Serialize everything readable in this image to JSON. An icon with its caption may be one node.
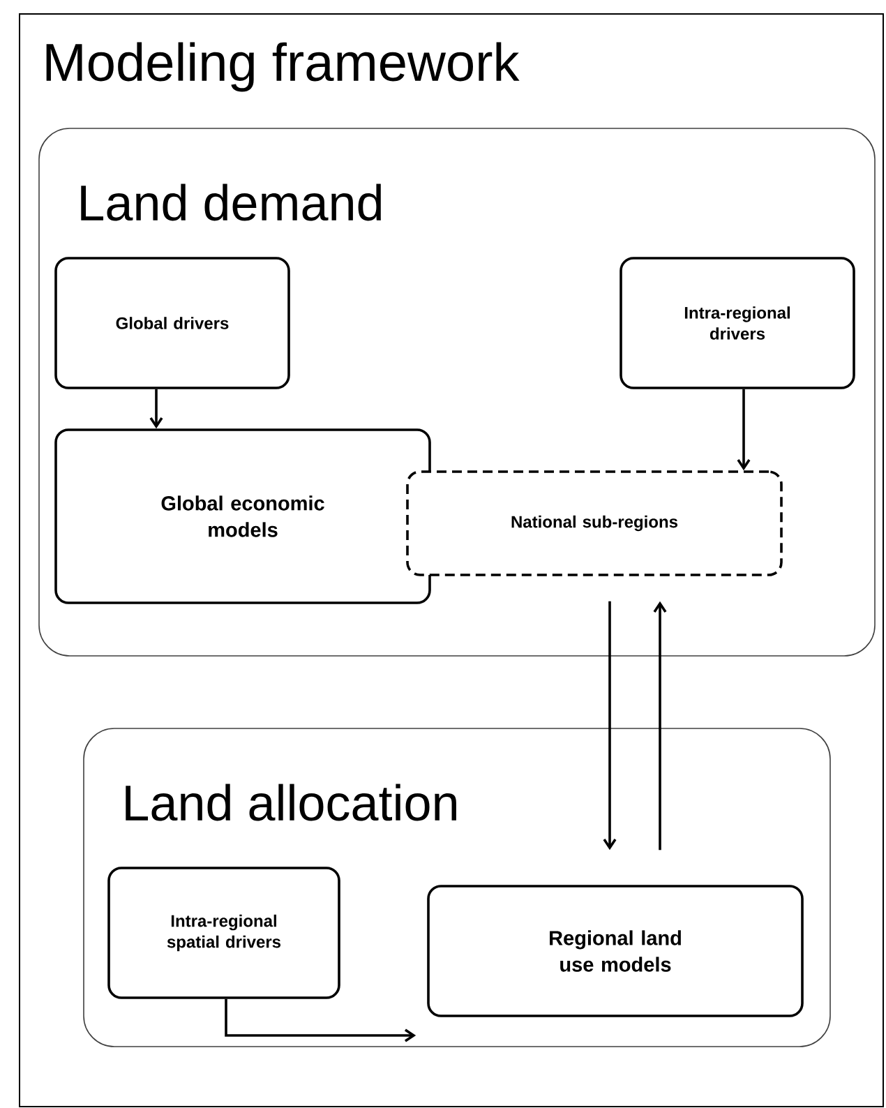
{
  "diagram": {
    "title": "Modeling framework",
    "nodes": [
      {
        "text": [
          "Land demand"
        ]
      },
      {
        "text": [
          "Global drivers"
        ],
        "in": 0
      },
      {
        "text": [
          "Intra-regional drivers"
        ],
        "in": 0
      },
      {
        "text": [
          "Global economic models"
        ],
        "in": 0
      },
      {
        "text": [
          "National sub-regions"
        ],
        "in": 0
      },
      {
        "text": [
          "Land allocation"
        ]
      },
      {
        "text": [
          "Intra-regional spatial drivers"
        ],
        "in": 5
      },
      {
        "text": [
          "Regional land use models"
        ],
        "in": 5
      }
    ],
    "edges": [
      {
        "from": 1,
        "to": 3,
        "arrow": "to"
      },
      {
        "from": 2,
        "to": 4,
        "arrow": "to"
      },
      {
        "from": 4,
        "to": 7,
        "arrow": "to"
      },
      {
        "from": 7,
        "to": 4,
        "arrow": "to"
      },
      {
        "from": 6,
        "to": 7,
        "arrow": "to"
      }
    ]
  }
}
